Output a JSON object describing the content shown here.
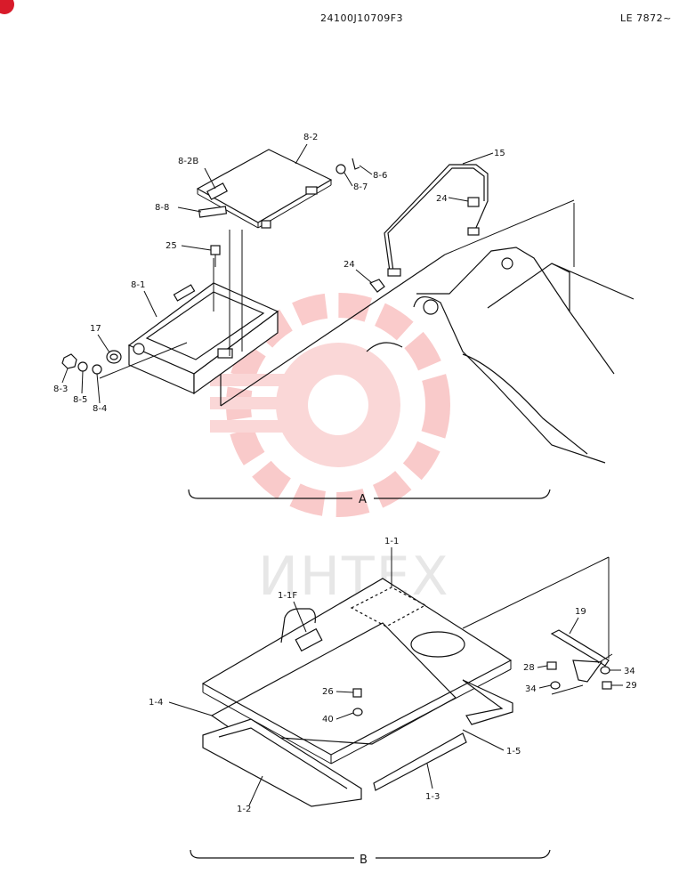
{
  "header": {
    "code": "24100J10709F3",
    "range": "LE 7872~"
  },
  "watermark": {
    "text": "ИНТЕХ",
    "color": "#f26a6a"
  },
  "sections": {
    "a": "A",
    "b": "B"
  },
  "labels_a": {
    "p8_2": "8-2",
    "p8_2b": "8-2B",
    "p8_8": "8-8",
    "p8_6": "8-6",
    "p8_7": "8-7",
    "p15": "15",
    "p24_top": "24",
    "p24_bottom": "24",
    "p25": "25",
    "p8_1": "8-1",
    "p17": "17",
    "p8_3": "8-3",
    "p8_5": "8-5",
    "p8_4": "8-4"
  },
  "labels_b": {
    "p1_1": "1-1",
    "p1_1f": "1-1F",
    "p19": "19",
    "p28": "28",
    "p34_right": "34",
    "p34_left": "34",
    "p29": "29",
    "p26": "26",
    "p40": "40",
    "p1_4": "1-4",
    "p1_5": "1-5",
    "p1_2": "1-2",
    "p1_3": "1-3"
  }
}
